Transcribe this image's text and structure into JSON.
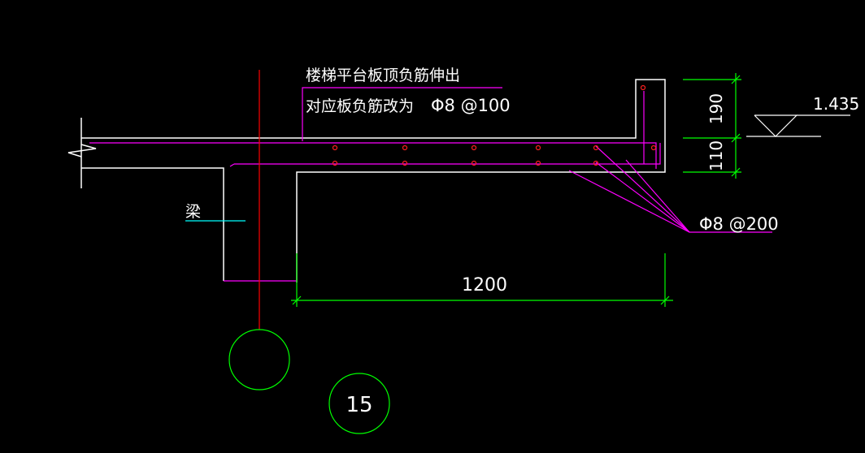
{
  "annotations": {
    "note_line1": "楼梯平台板顶负筋伸出",
    "note_line2": "对应板负筋改为",
    "top_rebar": "Φ8 @100",
    "bottom_rebar": "Φ8 @200",
    "beam_label": "梁",
    "dim_upturn": "190",
    "dim_slab": "110",
    "dim_width": "1200",
    "elevation": "1.435",
    "axis_number": "15"
  },
  "colors": {
    "background": "#000000",
    "concrete_outline": "#ffffff",
    "rebar": "#ff00ff",
    "rebar_dots": "#ff2020",
    "dimension": "#00ff00",
    "axis_line": "#ff0000",
    "leader_cyan": "#00ffff",
    "text": "#ffffff"
  }
}
